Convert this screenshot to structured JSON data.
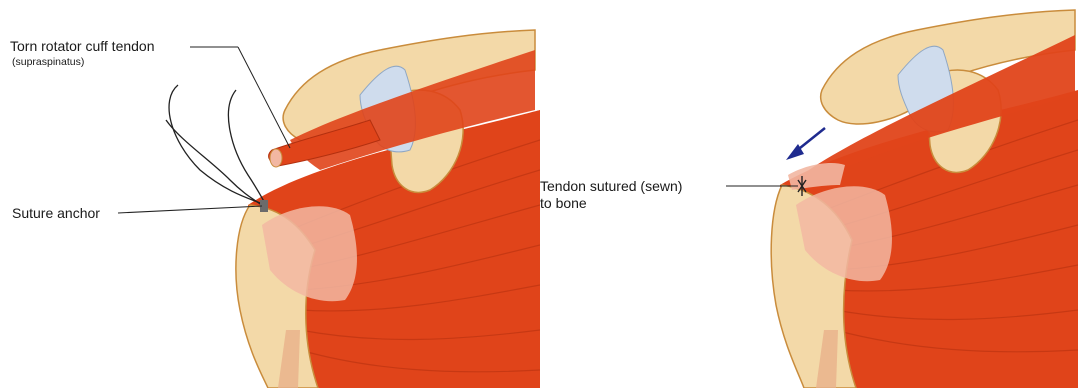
{
  "left_panel": {
    "torn_tendon_label": "Torn rotator cuff tendon",
    "torn_tendon_sublabel": "(supraspinatus)",
    "suture_anchor_label": "Suture anchor"
  },
  "right_panel": {
    "sutured_label_line1": "Tendon sutured (sewn)",
    "sutured_label_line2": "to bone"
  },
  "colors": {
    "muscle": "#e0441a",
    "muscle_dark": "#b3300f",
    "bone": "#f3d9a8",
    "bone_outline": "#c98c3c",
    "tendon": "#f2b7a2",
    "ligament": "#cfdced",
    "suture": "#222222",
    "arrow": "#1f2b8f"
  }
}
